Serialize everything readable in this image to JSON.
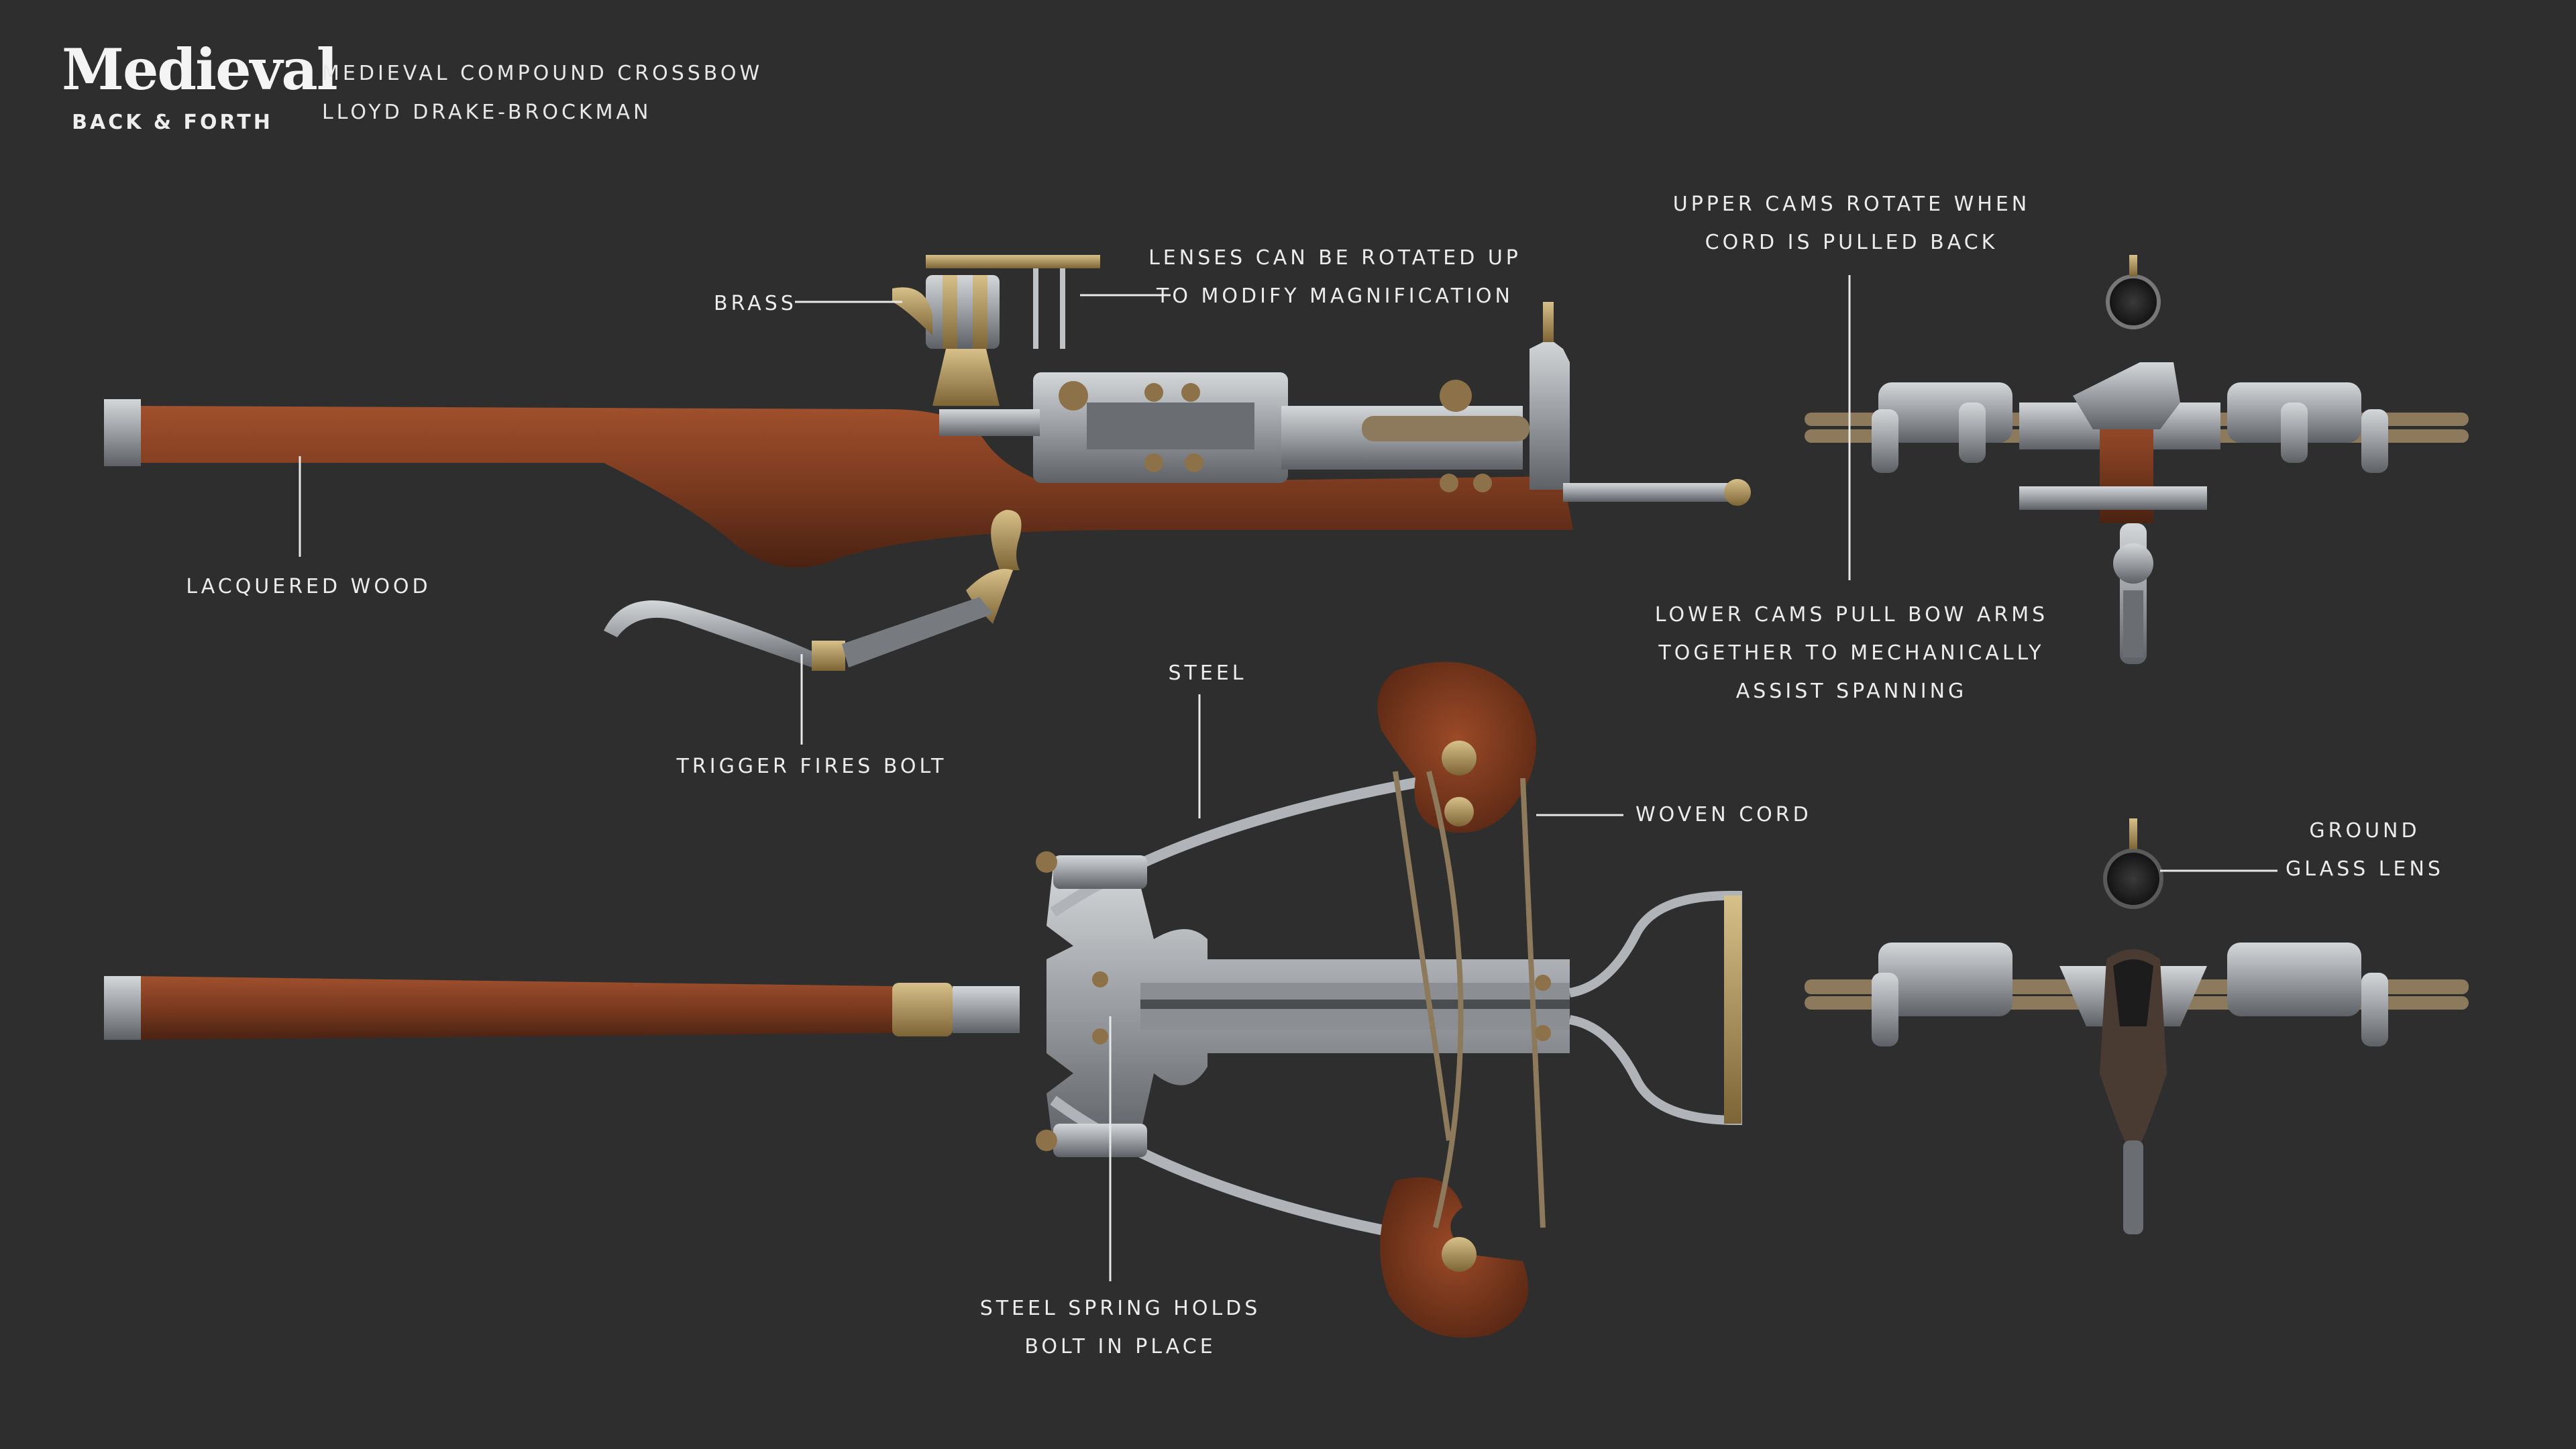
{
  "logo": {
    "wordmark": "Medieval",
    "subtitle": "BACK & FORTH"
  },
  "header": {
    "title": "MEDIEVAL COMPOUND CROSSBOW",
    "author": "LLOYD DRAKE-BROCKMAN"
  },
  "callouts": {
    "brass": "BRASS",
    "lenses": [
      "LENSES CAN BE ROTATED UP",
      "TO MODIFY MAGNIFICATION"
    ],
    "upper_cams": [
      "UPPER CAMS ROTATE WHEN",
      "CORD IS PULLED BACK"
    ],
    "lacquered_wood": "LACQUERED WOOD",
    "lower_cams": [
      "LOWER CAMS PULL BOW ARMS",
      "TOGETHER TO MECHANICALLY",
      "ASSIST SPANNING"
    ],
    "trigger": "TRIGGER FIRES BOLT",
    "steel": "STEEL",
    "woven_cord": "WOVEN CORD",
    "ground_lens": [
      "GROUND",
      "GLASS LENS"
    ],
    "spring": [
      "STEEL SPRING HOLDS",
      "BOLT IN PLACE"
    ]
  },
  "colors": {
    "background": "#2e2e2e",
    "wood": "#7a3a1f",
    "steel": "#a3a7ab",
    "brass": "#a58a55",
    "text": "#ececec"
  }
}
